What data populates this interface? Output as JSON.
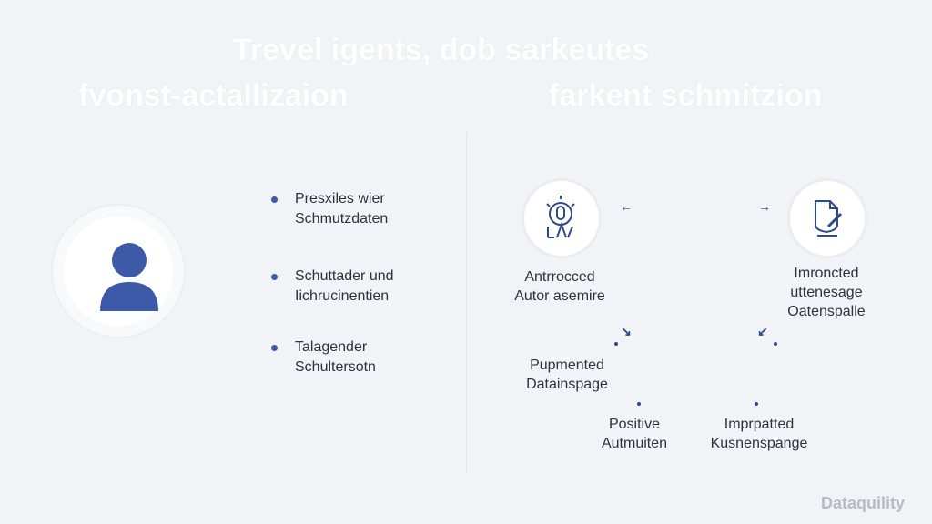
{
  "title": {
    "line1": "Trevel igents,  dob sarkeutes",
    "left": "fvonst-actallizaion",
    "right": "farkent schmitzion"
  },
  "persona": {
    "icon": "person-icon"
  },
  "bullets": [
    {
      "line1": "Presxiles wier",
      "line2": "Schmutzdaten"
    },
    {
      "line1": "Schuttader und",
      "line2": "Iichrucinentien"
    },
    {
      "line1": "Talagender",
      "line2": "Schultersotn"
    }
  ],
  "flow": {
    "node_left": {
      "icon": "data-stamp-icon",
      "line1": "Antrrocced",
      "line2": "Autor asemire"
    },
    "node_right": {
      "icon": "document-edit-icon",
      "line1": "Imroncted",
      "line2": "uttenesage",
      "line3": "Oatenspalle"
    },
    "mid_left": {
      "line1": "Pupmented",
      "line2": "Datainspage"
    },
    "bottom_left": {
      "line1": "Positive",
      "line2": "Autmuiten"
    },
    "bottom_right": {
      "line1": "Imprpatted",
      "line2": "Kusnenspange"
    },
    "arrows": {
      "left_top": "←",
      "right_top": "→",
      "mid_left": "↘",
      "mid_right": "↙"
    }
  },
  "watermark": "Dataquility",
  "colors": {
    "accent": "#3d5aa8",
    "background": "#f1f3f6",
    "title": "#ffffff"
  }
}
